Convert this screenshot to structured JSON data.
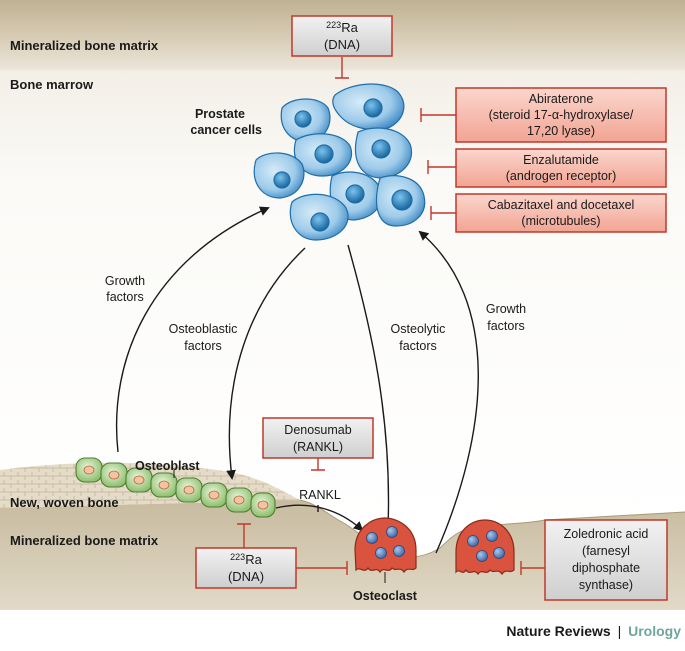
{
  "regions": {
    "top_matrix": "Mineralized bone matrix",
    "bone_marrow": "Bone marrow",
    "woven_bone": "New, woven bone",
    "bottom_matrix": "Mineralized bone matrix"
  },
  "cells": {
    "cancer_label_1": "Prostate",
    "cancer_label_2": "cancer cells",
    "osteoblast": "Osteoblast",
    "osteoclast": "Osteoclast"
  },
  "drugs": {
    "ra_top": {
      "sup": "223",
      "sym": "Ra",
      "line2": "(DNA)"
    },
    "abiraterone": {
      "line1": "Abiraterone",
      "line2": "(steroid 17-α-hydroxylase/",
      "line3": "17,20 lyase)"
    },
    "enzalutamide": {
      "line1": "Enzalutamide",
      "line2": "(androgen receptor)"
    },
    "cabazitaxel": {
      "line1": "Cabazitaxel and docetaxel",
      "line2": "(microtubules)"
    },
    "denosumab": {
      "line1": "Denosumab",
      "line2": "(RANKL)"
    },
    "ra_bottom": {
      "sup": "223",
      "sym": "Ra",
      "line2": "(DNA)"
    },
    "zoledronic": {
      "line1": "Zoledronic acid",
      "line2": "(farnesyl",
      "line3": "diphosphate",
      "line4": "synthase)"
    }
  },
  "signals": {
    "growth_left_1": "Growth",
    "growth_left_2": "factors",
    "osteoblastic_1": "Osteoblastic",
    "osteoblastic_2": "factors",
    "osteolytic_1": "Osteolytic",
    "osteolytic_2": "factors",
    "growth_right_1": "Growth",
    "growth_right_2": "factors",
    "rankl": "RANKL"
  },
  "footer": {
    "journal": "Nature Reviews",
    "separator": "|",
    "subject": "Urology"
  },
  "colors": {
    "bone_matrix": "#d8cdb6",
    "cancer_cell": "#8ec3e6",
    "cancer_nucleus": "#1a6fa8",
    "osteoblast": "#a9d18e",
    "osteoclast": "#d9533f",
    "red_box": "#f6b7aa",
    "grey_box": "#e3e3e3",
    "accent_red": "#c0392b",
    "subject": "#6fa59c"
  }
}
